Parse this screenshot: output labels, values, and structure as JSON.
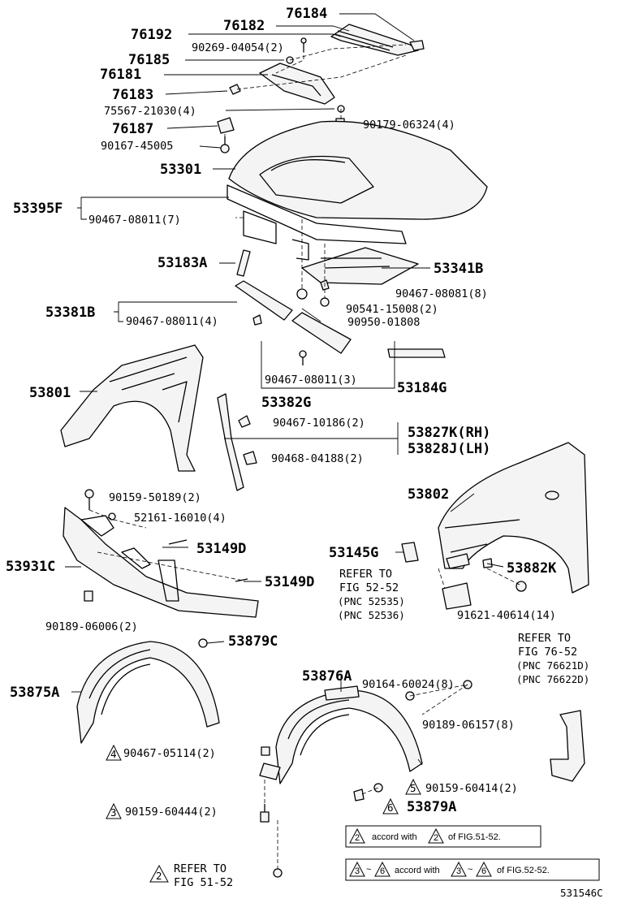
{
  "labels": {
    "p76184": "76184",
    "p76182": "76182",
    "p76192": "76192",
    "p90269": "90269-04054(2)",
    "p76185": "76185",
    "p76181": "76181",
    "p76183": "76183",
    "p75567": "75567-21030(4)",
    "p90179": "90179-06324(4)",
    "p76187": "76187",
    "p90167": "90167-45005",
    "p53301": "53301",
    "p53395F": "53395F",
    "p90467_08011_7": "90467-08011(7)",
    "p53183A": "53183A",
    "p53341B": "53341B",
    "p90467_08081": "90467-08081(8)",
    "p90541": "90541-15008(2)",
    "p53381B": "53381B",
    "p90467_08011_4": "90467-08011(4)",
    "p90950": "90950-01808",
    "p90467_08011_3": "90467-08011(3)",
    "p53184G": "53184G",
    "p53801": "53801",
    "p53382G": "53382G",
    "p90467_10186": "90467-10186(2)",
    "p53827K": "53827K(RH)",
    "p90468": "90468-04188(2)",
    "p53828J": "53828J(LH)",
    "p90159_50189": "90159-50189(2)",
    "p53802": "53802",
    "p52161": "52161-16010(4)",
    "p53149D_1": "53149D",
    "p53145G": "53145G",
    "p53931C": "53931C",
    "p53882K": "53882K",
    "p53149D_2": "53149D",
    "p90189_06006": "90189-06006(2)",
    "p91621": "91621-40614(14)",
    "p53879C": "53879C",
    "p53875A": "53875A",
    "p53876A": "53876A",
    "p90164": "90164-60024(8)",
    "p90189_06157": "90189-06157(8)",
    "p90467_05114": "90467-05114(2)",
    "p90159_60414": "90159-60414(2)",
    "p53879A": "53879A",
    "p90159_60444": "90159-60444(2)"
  },
  "markers": {
    "m4": "4",
    "m5": "5",
    "m6": "6",
    "m3": "3",
    "m2": "2"
  },
  "refs": {
    "fig5252_line1": "REFER TO",
    "fig5252_line2": "FIG 52-52",
    "fig5252_line3": "(PNC 52535)",
    "fig5252_line4": "(PNC 52536)",
    "fig7652_line1": "REFER TO",
    "fig7652_line2": "FIG 76-52",
    "fig7652_line3": "(PNC 76621D)",
    "fig7652_line4": "(PNC 76622D)",
    "fig5152_line1": "REFER TO",
    "fig5152_line2": "FIG 51-52"
  },
  "legend": {
    "row1_marker": "2",
    "row1_text": "accord with",
    "row1_marker2": "2",
    "row1_suffix": "of FIG.51-52.",
    "row2_marker_a": "3",
    "row2_tilde": "~",
    "row2_marker_b": "6",
    "row2_text": "accord with",
    "row2_marker_c": "3",
    "row2_tilde2": "~",
    "row2_marker_d": "6",
    "row2_suffix": "of FIG.52-52."
  },
  "figure_code": "531546C"
}
